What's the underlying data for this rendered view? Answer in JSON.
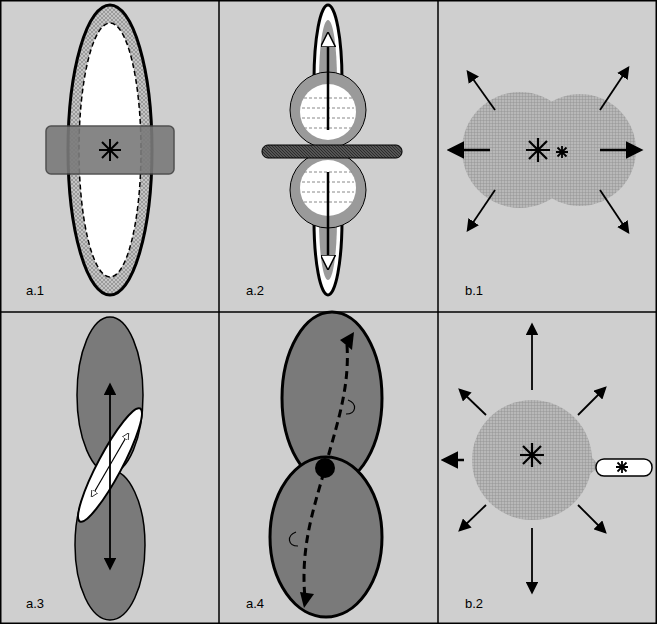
{
  "diagram": {
    "labels": [
      "a.1",
      "a.2",
      "b.1",
      "a.3",
      "a.4",
      "b.2"
    ]
  }
}
